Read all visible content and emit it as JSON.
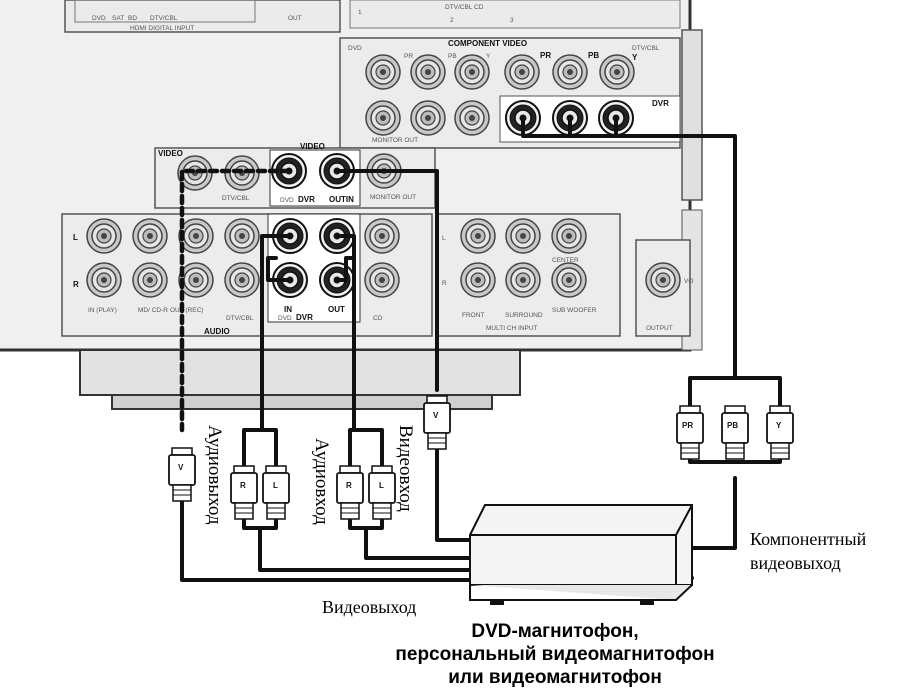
{
  "panel": {
    "top_text": [
      "DVD",
      "SAT",
      "BD",
      "DTV/CBL",
      "OUT",
      "HDMI DIGITAL INPUT",
      "DTV/CBL CD",
      "1",
      "2",
      "3"
    ],
    "component_video": {
      "title": "COMPONENT VIDEO",
      "dvd": "DVD",
      "jacks_top": [
        "PR",
        "PB",
        "Y",
        "PR",
        "PB",
        "Y"
      ],
      "dtv_cbl": "DTV/CBL",
      "dvr": "DVR",
      "monitor_out": "MONITOR OUT"
    },
    "video_section": {
      "left_title": "VIDEO",
      "title": "VIDEO",
      "dtv_cbl": "DTV/CBL",
      "dvd": "DVD",
      "dvr": "DVR",
      "out_in": "OUTIN",
      "monitor_out": "MONITOR OUT"
    },
    "audio_section": {
      "left": "L",
      "right": "R",
      "in_play": "IN (PLAY)",
      "md_cdr": "MD/ CD-R",
      "out_rec": "OUT (REC)",
      "dtv_cbl": "DTV/CBL",
      "in": "IN",
      "out": "OUT",
      "dvd": "DVD",
      "dvr": "DVR",
      "cd": "CD",
      "audio_label": "AUDIO"
    },
    "multi_ch": {
      "front": "FRONT",
      "surround": "SURROUND",
      "center": "CENTER",
      "subwoofer": "SUB WOOFER",
      "title": "MULTI CH INPUT",
      "output": "OUTPUT",
      "vo": "VO"
    }
  },
  "plugs": {
    "v": "V",
    "r": "R",
    "l": "L",
    "pr": "PR",
    "pb": "PB",
    "y": "Y"
  },
  "labels": {
    "audio_out": "Аудиовыход",
    "audio_in": "Аудиовход",
    "video_in": "Видеовход",
    "component_out_line1": "Компонентный",
    "component_out_line2": "видеовыход",
    "video_out": "Видеовыход"
  },
  "device": {
    "caption_line1": "DVD-магнитофон,",
    "caption_line2": "персональный видеомагнитофон",
    "caption_line3": "или видеомагнитофон"
  }
}
